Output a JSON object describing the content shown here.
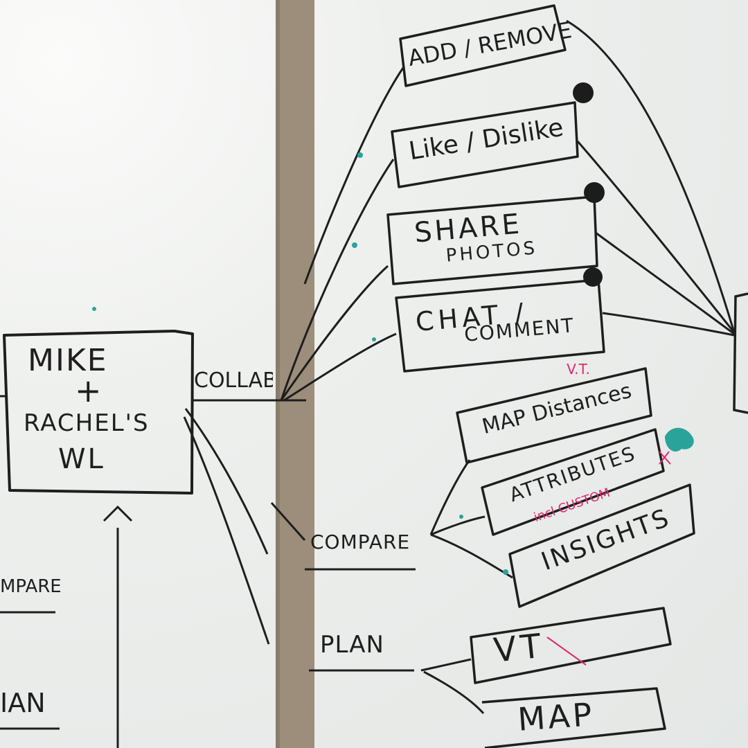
{
  "hub": {
    "line1": "MIKE",
    "line2": "+",
    "line3": "RACHEL'S",
    "line4": "WL"
  },
  "branches": {
    "collab": "COLLAB",
    "compare": "COMPARE",
    "plan": "PLAN"
  },
  "collab_items": {
    "add_remove": "ADD / REMOVE",
    "like_dislike": "Like / Dislike",
    "share_photos_1": "SHARE",
    "share_photos_2": "PHOTOS",
    "chat_comment_1": "CHAT /",
    "chat_comment_2": "COMMENT"
  },
  "compare_items": {
    "map_distances": "MAP Distances",
    "vt_note": "V.T.",
    "attributes": "ATTRIBUTES",
    "attributes_note": "incl CUSTOM",
    "insights": "INSIGHTS"
  },
  "plan_items": {
    "vt": "VT",
    "map": "MAP"
  },
  "left_fragments": {
    "compare": "MPARE",
    "plan": "IAN"
  },
  "colors": {
    "board": "#e9ecea",
    "ink": "#1e1e1e",
    "divider": "#9c8e7a",
    "teal": "#2aa39a",
    "pink": "#e0286e"
  }
}
